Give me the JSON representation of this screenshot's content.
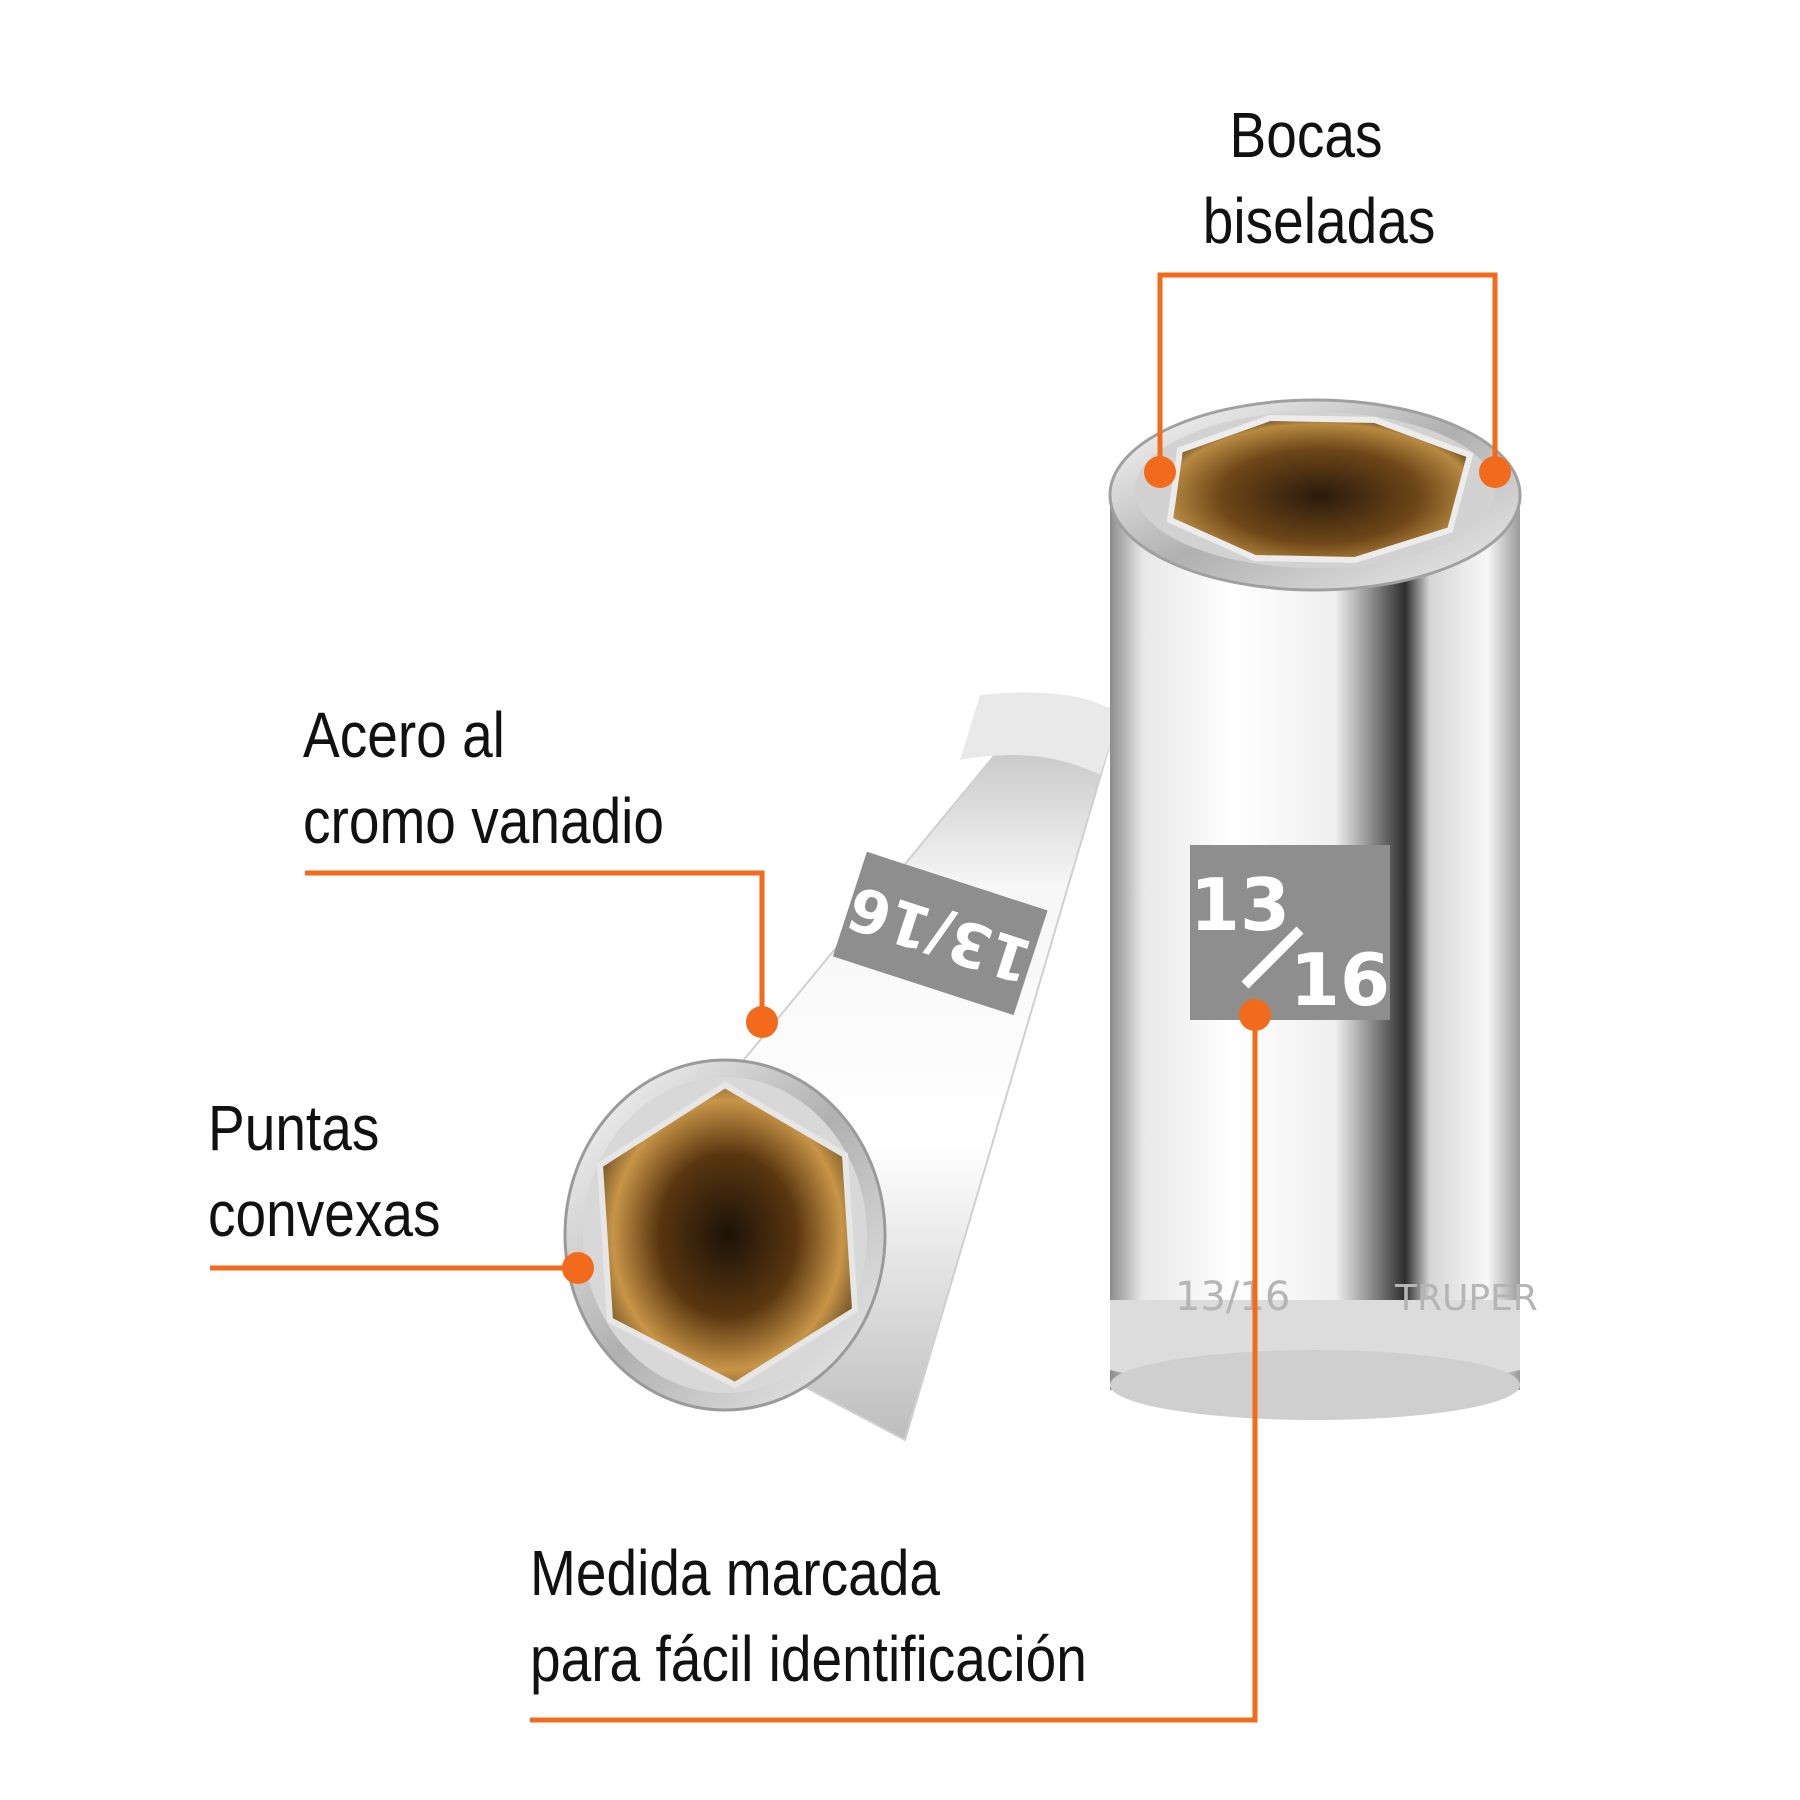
{
  "colors": {
    "callout": "#f26a1b",
    "text": "#111111",
    "chrome_light": "#f4f4f4",
    "chrome_mid": "#c9c9c9",
    "chrome_dark": "#7a7a7a",
    "interior_dark": "#3a2410",
    "interior_warm": "#9a6a2a",
    "size_badge": "#8a8a8a",
    "background": "#ffffff"
  },
  "callouts": {
    "bocas": {
      "line1": "Bocas",
      "line2": "biseladas"
    },
    "acero": {
      "line1": "Acero al",
      "line2": "cromo vanadio"
    },
    "puntas": {
      "line1": "Puntas",
      "line2": "convexas"
    },
    "medida": {
      "line1": "Medida marcada",
      "line2": "para fácil identificación"
    }
  },
  "product": {
    "size_numerator": "13",
    "size_denominator": "16",
    "engraved_size": "13/16",
    "engraved_brand": "TRUPER"
  },
  "icons": {
    "callout_dots": "callout-dot-icon",
    "sockets": "socket-icon"
  }
}
